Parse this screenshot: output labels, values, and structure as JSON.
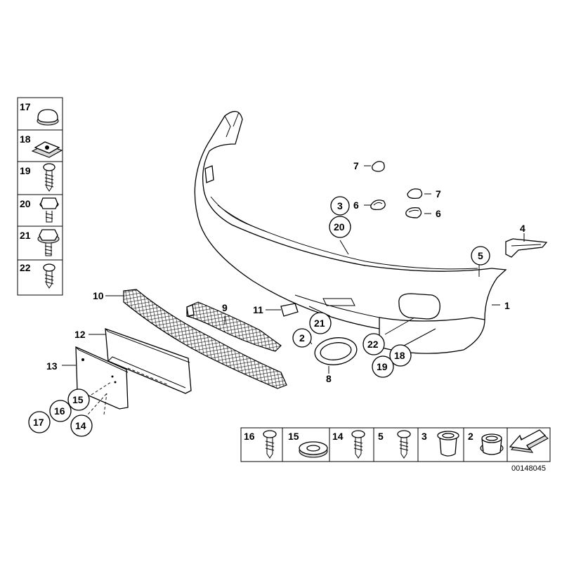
{
  "drawing_number": "00148045",
  "left_panel": {
    "items": [
      {
        "label": "17",
        "part": "plug"
      },
      {
        "label": "18",
        "part": "clip-nut"
      },
      {
        "label": "19",
        "part": "screw"
      },
      {
        "label": "20",
        "part": "hex-bolt"
      },
      {
        "label": "21",
        "part": "hex-bolt-washer"
      },
      {
        "label": "22",
        "part": "small-screw"
      }
    ]
  },
  "bottom_panel": {
    "items": [
      {
        "label": "16",
        "part": "screw"
      },
      {
        "label": "15",
        "part": "grommet"
      },
      {
        "label": "14",
        "part": "screw"
      },
      {
        "label": "5",
        "part": "screw"
      },
      {
        "label": "3",
        "part": "bushing"
      },
      {
        "label": "2",
        "part": "bushing"
      }
    ]
  },
  "callouts": {
    "c1": "1",
    "c2": "2",
    "c3": "3",
    "c4": "4",
    "c5": "5",
    "c6a": "6",
    "c6b": "6",
    "c7a": "7",
    "c7b": "7",
    "c8": "8",
    "c9": "9",
    "c10": "10",
    "c11": "11",
    "c12": "12",
    "c13": "13",
    "c14": "14",
    "c15": "15",
    "c16": "16",
    "c17": "17",
    "c18": "18",
    "c19": "19",
    "c20": "20",
    "c21": "21",
    "c22": "22"
  }
}
